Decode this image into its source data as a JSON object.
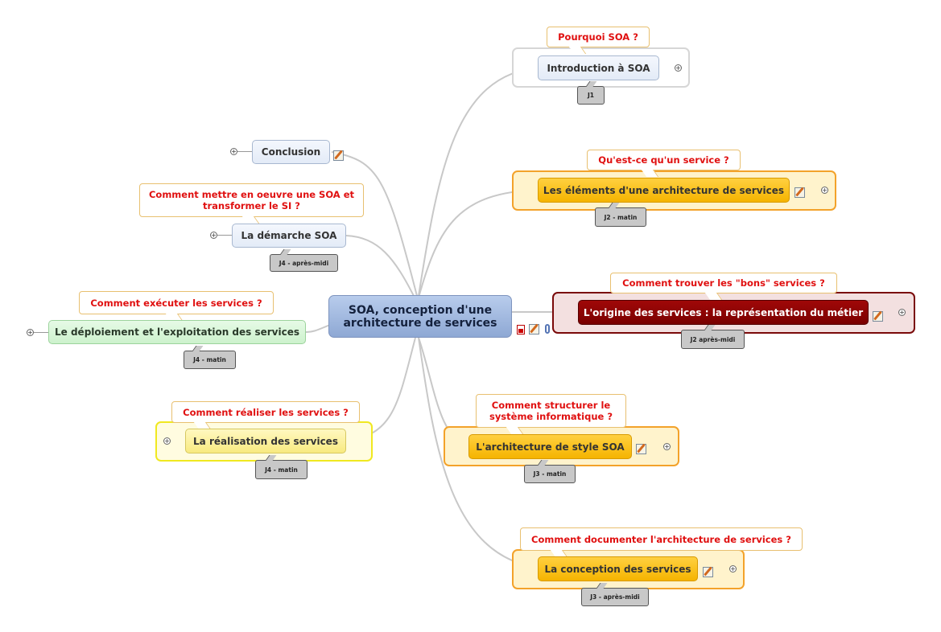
{
  "central": {
    "label": "SOA, conception d'une architecture de services"
  },
  "topics": {
    "intro": {
      "label": "Introduction à SOA",
      "callout": "Pourquoi SOA ?",
      "tag": "J1"
    },
    "elements": {
      "label": "Les éléments d'une architecture de services",
      "callout": "Qu'est-ce qu'un service ?",
      "tag": "J2 - matin"
    },
    "origine": {
      "label": "L'origine des services : la représentation du métier",
      "callout": "Comment trouver les \"bons\" services ?",
      "tag": "J2 après-midi"
    },
    "archi": {
      "label": "L'architecture de style SOA",
      "callout": "Comment structurer le système informatique ?",
      "tag": "J3 - matin"
    },
    "conception": {
      "label": "La conception des services",
      "callout": "Comment documenter l'architecture de services ?",
      "tag": "J3 - après-midi"
    },
    "conclusion": {
      "label": "Conclusion"
    },
    "demarche": {
      "label": "La démarche SOA",
      "callout": "Comment mettre en oeuvre une SOA et transformer le SI ?",
      "tag": "J4 - après-midi"
    },
    "deploiement": {
      "label": "Le déploiement et l'exploitation des services",
      "callout": "Comment exécuter les services ?",
      "tag": "J4 - matin"
    },
    "realisation": {
      "label": "La réalisation des services",
      "callout": "Comment réaliser les services ?",
      "tag": "J4 - matin"
    }
  },
  "icons": {
    "expand": "+",
    "note": "note-icon",
    "pdf": "pdf-icon",
    "attachment": "paperclip-icon"
  },
  "colors": {
    "callout_text": "#e01010",
    "orange_topic": "#f5b400",
    "red_topic": "#8b0000",
    "central": "#9fb6de",
    "link": "#c8c8c8"
  }
}
